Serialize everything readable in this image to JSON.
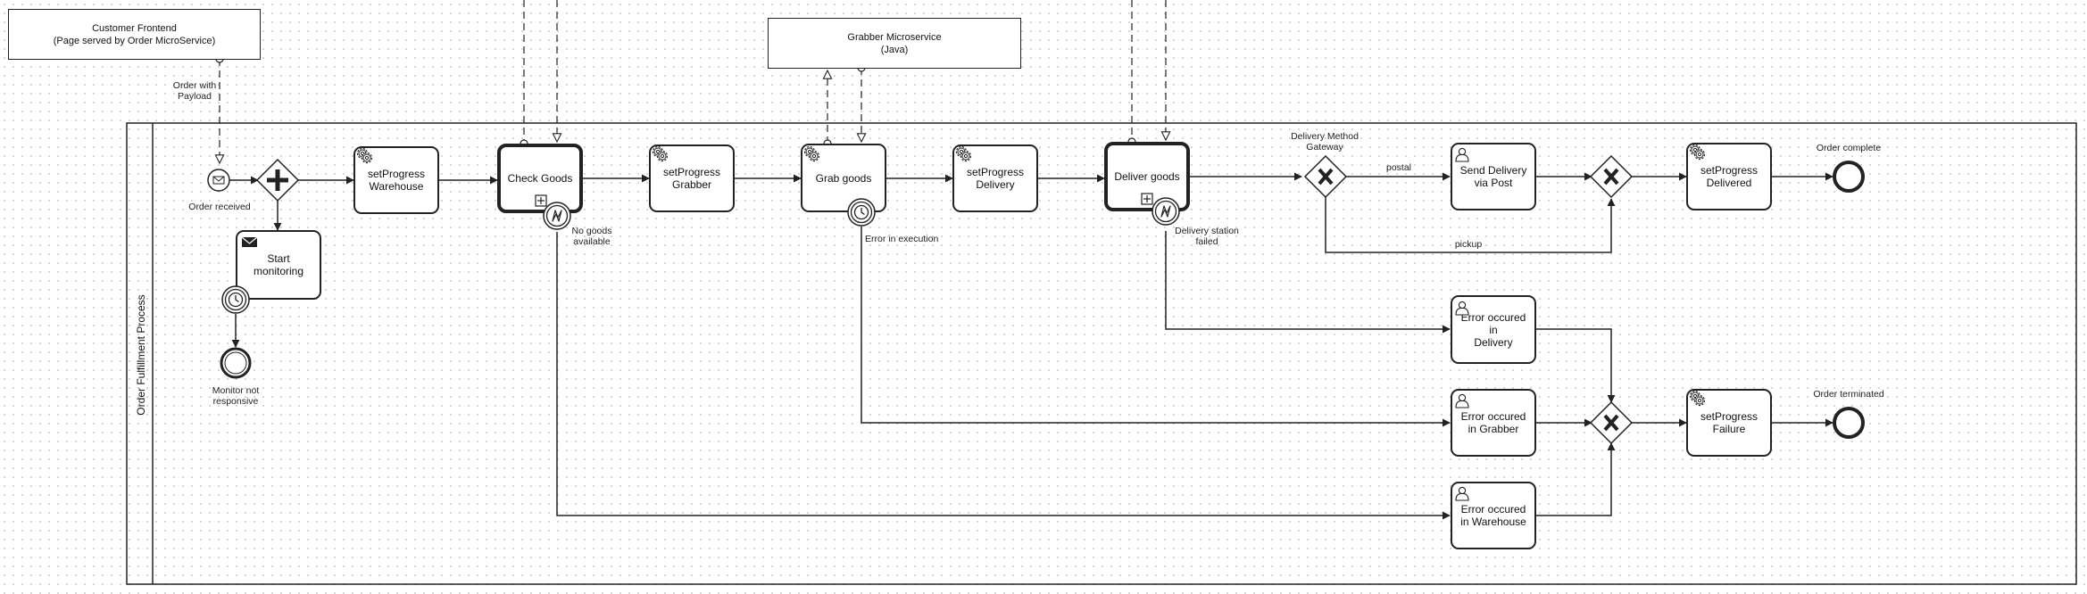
{
  "pool": {
    "label": "Order Fulfillment Process"
  },
  "participants": {
    "frontend": "Customer Frontend\n(Page served by Order MicroService)",
    "grabber": "Grabber Microservice\n(Java)"
  },
  "tasks": {
    "set_progress_warehouse": "setProgress\nWarehouse",
    "check_goods": "Check Goods",
    "set_progress_grabber": "setProgress\nGrabber",
    "grab_goods": "Grab goods",
    "set_progress_delivery": "setProgress\nDelivery",
    "deliver_goods": "Deliver goods",
    "send_delivery_post": "Send Delivery\nvia Post",
    "set_progress_delivered": "setProgress\nDelivered",
    "start_monitoring": "Start monitoring",
    "error_delivery": "Error occured in\nDelivery",
    "error_grabber": "Error occured\nin Grabber",
    "error_warehouse": "Error occured\nin Warehouse",
    "set_progress_failure": "setProgress\nFailure"
  },
  "labels": {
    "order_with_payload": "Order with\nPayload",
    "order_received": "Order received",
    "no_goods_available": "No goods\navailable",
    "error_in_execution": "Error in execution",
    "delivery_station_failed": "Delivery station\nfailed",
    "delivery_method_gateway": "Delivery Method\nGateway",
    "postal": "postal",
    "pickup": "pickup",
    "order_complete": "Order complete",
    "order_terminated": "Order terminated",
    "monitor_not_responsive": "Monitor not\nresponsive"
  },
  "icons": {
    "service_task": "gear-icon",
    "user_task": "user-icon",
    "receive_task": "envelope-icon",
    "subprocess_marker": "plus-box-icon",
    "error_event": "lightning-icon",
    "timer_event": "clock-icon",
    "exclusive_gateway": "x-gateway-icon",
    "parallel_gateway": "plus-gateway-icon"
  },
  "colors": {
    "stroke": "#222222",
    "background": "#ffffff",
    "grid": "#d4d4d4"
  }
}
